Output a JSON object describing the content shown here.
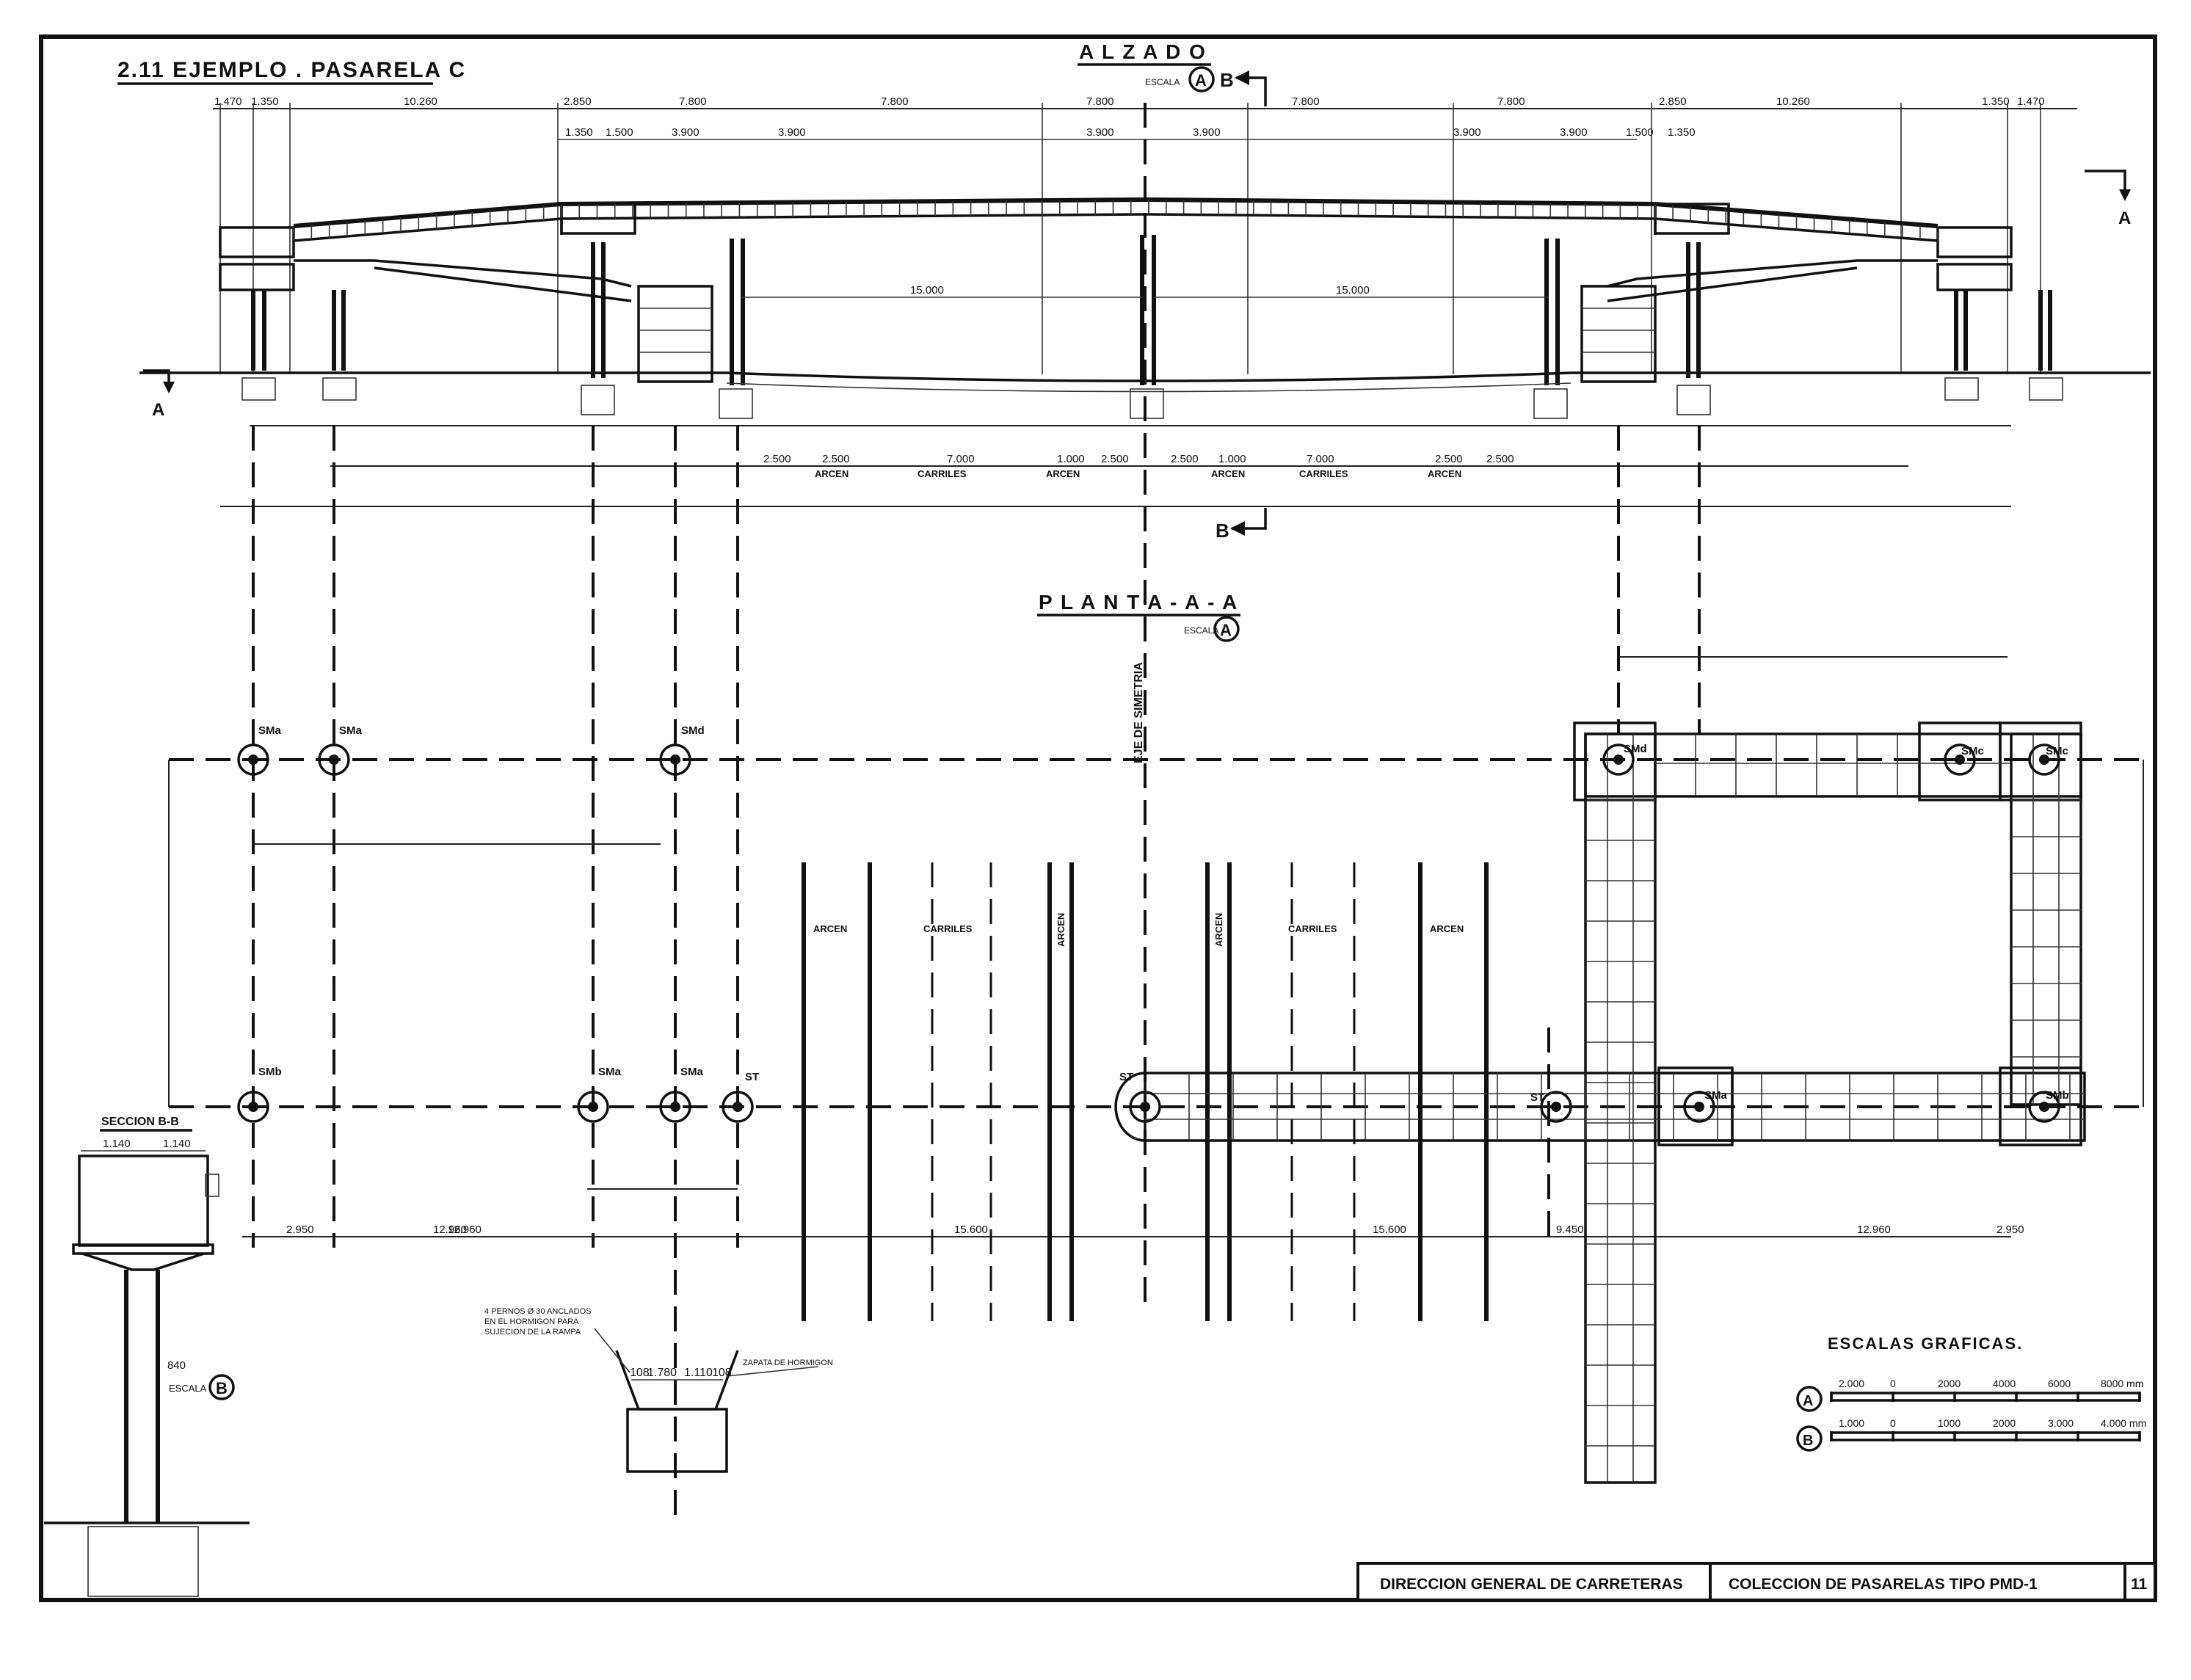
{
  "drawing": {
    "title": "2.11 EJEMPLO . PASARELA  C",
    "elevation": {
      "title": "A L Z A D O",
      "scale_word": "ESCALA",
      "scale_letter": "A",
      "section_letter": "B",
      "cut_letter": "A"
    },
    "plan": {
      "title": "P L A N T A -  A - A",
      "scale_word": "ESCALA",
      "scale_letter": "A"
    },
    "axis_label": "EJE DE SIMETRIA",
    "section": {
      "title": "SECCION  B-B",
      "scale_word": "ESCALA",
      "scale_letter": "B"
    },
    "top_dims": [
      "1.470",
      "1.350",
      "10.260",
      "2.850",
      "7.800",
      "7.800",
      "7.800",
      "7.800",
      "7.800",
      "2.850",
      "10.260",
      "1.350",
      "1.470"
    ],
    "top_dims2": [
      "1.350",
      "1.500",
      "3.900",
      "3.900",
      "3.900",
      "3.900",
      "3.900",
      "3.900",
      "1.500",
      "1.350"
    ],
    "span_dims": [
      "15.000",
      "15.000"
    ],
    "road_labels": {
      "arcen": "ARCEN",
      "carriles": "CARRILES"
    },
    "lane_dims": [
      "2.500",
      "2.500",
      "7.000",
      "1.000",
      "2.500",
      "2.500",
      "1.000",
      "7.000",
      "2.500",
      "2.500"
    ],
    "pillars": [
      "SMa",
      "SMa",
      "SMd",
      "SMb",
      "SMa",
      "SMa",
      "ST",
      "ST",
      "ST",
      "SMd",
      "SMc",
      "SMc",
      "SMa",
      "SMb"
    ],
    "plan_dims": [
      "2.950",
      "12.960",
      "12.960",
      "15.600",
      "15.600",
      "12.960",
      "2.950",
      "9.450"
    ],
    "note_bolts": "4 PERNOS Ø 30 ANCLADOS\nEN EL HORMIGON PARA\nSUJECION DE LA RAMPA",
    "note_footing": "ZAPATA DE HORMIGON",
    "footing_dims": [
      "108",
      "1.780",
      "1.110",
      "108"
    ],
    "section_dims": [
      "1.140",
      "1.140",
      "840"
    ],
    "scales": {
      "title": "ESCALAS  GRAFICAS.",
      "a_letter": "A",
      "a_ticks": [
        "2.000",
        "0",
        "2000",
        "4000",
        "6000",
        "8000 mm"
      ],
      "b_letter": "B",
      "b_ticks": [
        "1.000",
        "0",
        "1000",
        "2000",
        "3.000",
        "4.000 mm"
      ]
    },
    "titleblock": {
      "left": "DIRECCION GENERAL DE CARRETERAS",
      "mid": "COLECCION DE PASARELAS TIPO PMD-1",
      "page": "11"
    }
  }
}
